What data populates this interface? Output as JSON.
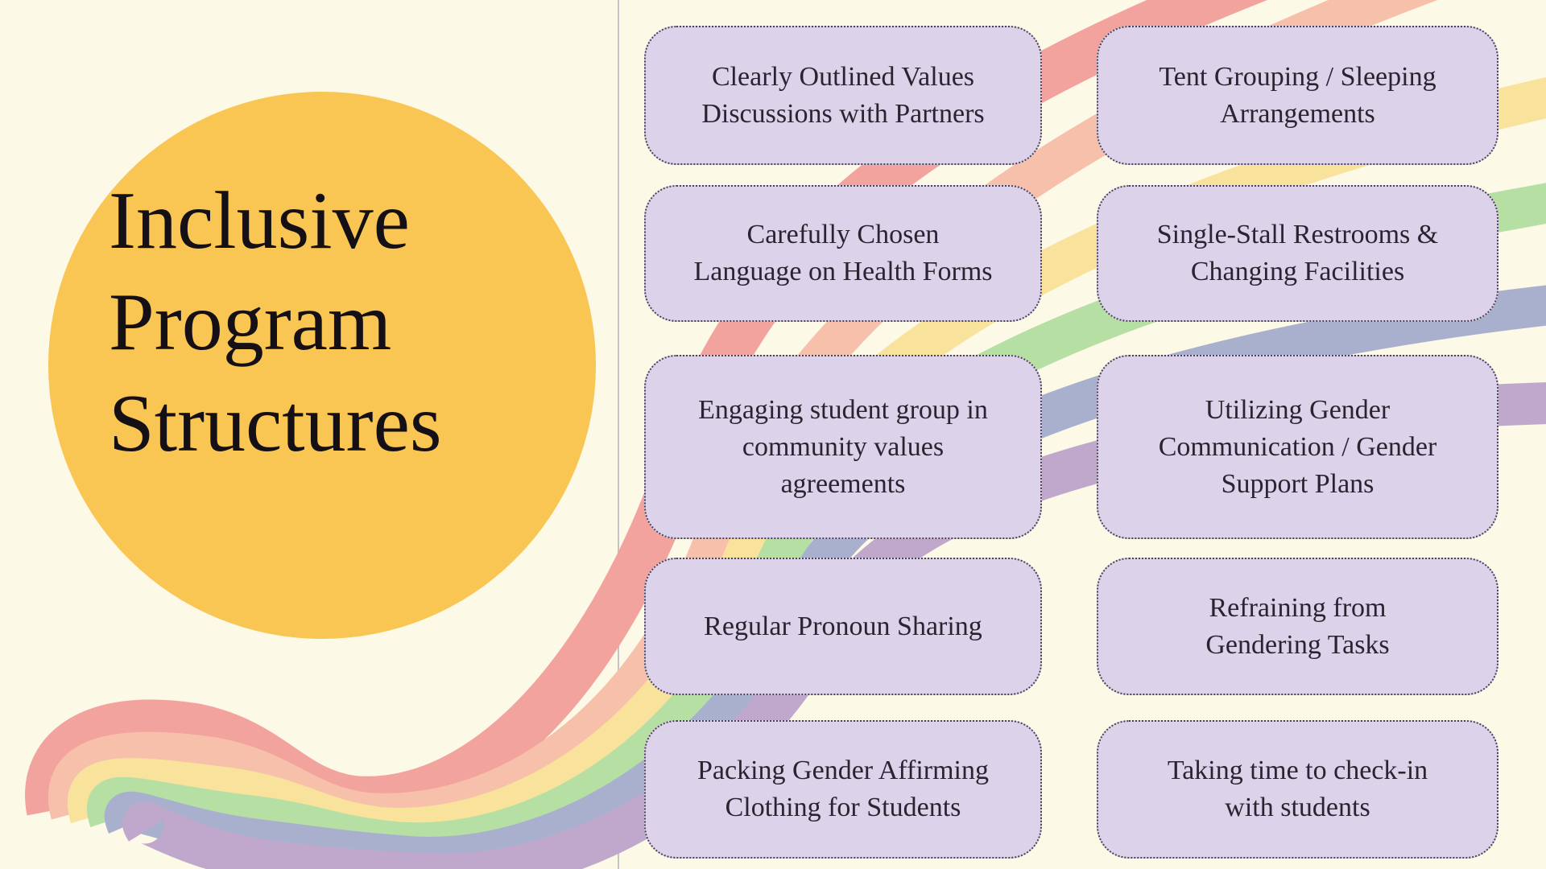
{
  "title": {
    "text": "Inclusive\nProgram\nStructures"
  },
  "cards": {
    "left": [
      {
        "label": "Clearly Outlined Values\nDiscussions with Partners"
      },
      {
        "label": "Carefully Chosen\nLanguage on Health Forms"
      },
      {
        "label": "Engaging student group in\ncommunity values\nagreements"
      },
      {
        "label": "Regular Pronoun Sharing"
      },
      {
        "label": "Packing Gender Affirming\nClothing for Students"
      }
    ],
    "right": [
      {
        "label": "Tent Grouping / Sleeping\nArrangements"
      },
      {
        "label": "Single-Stall Restrooms &\nChanging Facilities"
      },
      {
        "label": "Utilizing Gender\nCommunication / Gender\nSupport Plans"
      },
      {
        "label": "Refraining from\nGendering Tasks"
      },
      {
        "label": "Taking time to check-in\nwith students"
      }
    ]
  },
  "ribbon": {
    "stripes": [
      {
        "name": "red",
        "color": "#f2a39e"
      },
      {
        "name": "peach",
        "color": "#f6c0ab"
      },
      {
        "name": "yellow",
        "color": "#f8e29c"
      },
      {
        "name": "green",
        "color": "#b6dfa4"
      },
      {
        "name": "periwinkle",
        "color": "#a9b0ce"
      },
      {
        "name": "purple",
        "color": "#bfa8cb"
      }
    ]
  },
  "palette": {
    "background": "#fcf9e7",
    "circle": "#f9c553",
    "card-fill": "#dcd2e9",
    "card-border": "#4b4156",
    "card-text": "#2b2430",
    "title-text": "#141016",
    "divider": "#c6c2c8"
  }
}
